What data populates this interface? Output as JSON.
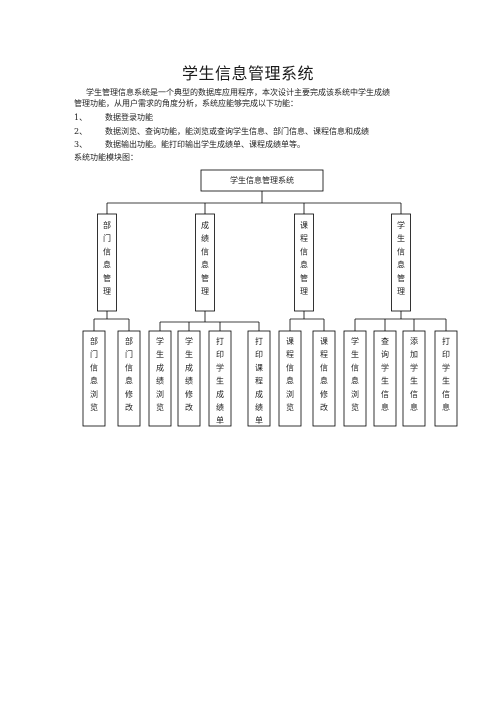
{
  "title": "学生信息管理系统",
  "intro_line1": "学生管理信息系统是一个典型的数据库应用程序，本次设计主要完成该系统中学生成绩",
  "intro_line2": "管理功能，从用户需求的角度分析，系统应能够完成以下功能：",
  "features": [
    {
      "num": "1、",
      "text": "数据登录功能"
    },
    {
      "num": "2、",
      "text": "数据浏览、查询功能，能浏览或查询学生信息、部门信息、课程信息和成绩"
    },
    {
      "num": "3、",
      "text": "数据输出功能。能打印输出学生成绩单、课程成绩单等。"
    }
  ],
  "diagram_caption": "系统功能模块图：",
  "diagram": {
    "root": "学生信息管理系统",
    "modules": [
      {
        "name": "部门信息管理",
        "children": [
          "部门信息浏览",
          "部门信息修改"
        ]
      },
      {
        "name": "成绩信息管理",
        "children": [
          "学生成绩浏览",
          "学生成绩修改",
          "打印学生成绩单",
          "打印课程成绩单"
        ]
      },
      {
        "name": "课程信息管理",
        "children": [
          "课程信息浏览",
          "课程信息修改"
        ]
      },
      {
        "name": "学生信息管理",
        "children": [
          "学生信息浏览",
          "查询学生信息",
          "添加学生信息",
          "打印学生信息"
        ]
      }
    ]
  }
}
